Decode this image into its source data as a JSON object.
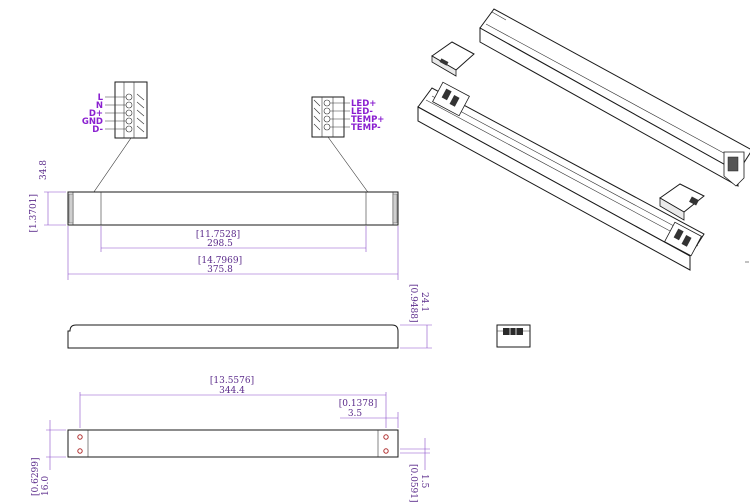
{
  "connectors": {
    "input_pins": [
      "L",
      "N",
      "D+",
      "GND",
      "D-"
    ],
    "output_pins": [
      "LED+",
      "LED-",
      "TEMP+",
      "TEMP-"
    ]
  },
  "top_view": {
    "height_bracket": "[1.3701]",
    "height_mm": "34.8",
    "inner_bracket": "[11.7528]",
    "inner_mm": "298.5",
    "overall_bracket": "[14.7969]",
    "overall_mm": "375.8"
  },
  "side_view": {
    "height_bracket": "[0.9488]",
    "height_mm": "24.1"
  },
  "bottom_view": {
    "hole_spacing_bracket": "[13.5576]",
    "hole_spacing_mm": "344.4",
    "hole_offset_bracket": "[0.1378]",
    "hole_offset_mm": "3.5",
    "width_bracket": "[0.6299]",
    "width_mm": "16.0",
    "hole_dia_bracket": "[0.0591]",
    "hole_dia_mm": "1.5"
  },
  "colors": {
    "dimension": "#5a2a8a",
    "pin_label": "#8a1fd0",
    "outline": "#1a1a1a"
  }
}
